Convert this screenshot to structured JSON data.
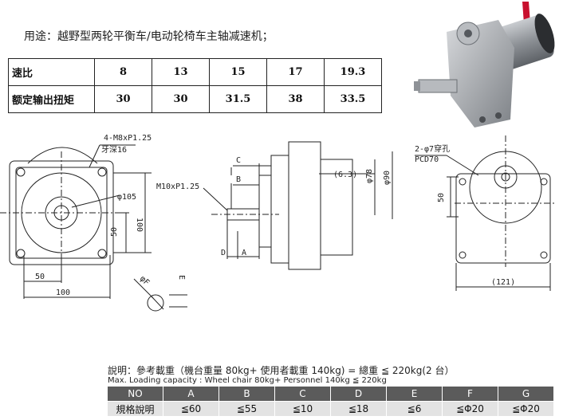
{
  "usage_text": "用途：越野型两轮平衡车/电动轮椅车主轴减速机；",
  "ratio_table": {
    "row1_label": "速比",
    "row1_values": [
      "8",
      "13",
      "15",
      "17",
      "19.3"
    ],
    "row2_label": "额定输出扭矩",
    "row2_values": [
      "30",
      "30",
      "31.5",
      "38",
      "33.5"
    ]
  },
  "drawing_labels": {
    "thread_top": "4-M8xP1.25",
    "depth": "牙深16",
    "dia105": "φ105",
    "dim100_side": "100",
    "dim50_side": "50",
    "dim50_bottom": "50",
    "dim100_bottom": "100",
    "label_C": "C",
    "label_B": "B",
    "thread_shaft": "M10xP1.25",
    "label_D": "D",
    "label_A": "A",
    "dim63": "(6.3)",
    "dia78": "φ78",
    "dia90": "φ90",
    "label_F": "φF",
    "label_E": "E",
    "holes": "2-φ7穿孔",
    "pcd": "PCD70",
    "dim50_right": "50",
    "dim121": "(121)"
  },
  "notes": {
    "line1": "說明：參考載重（機台重量 80kg+ 使用者載重 140kg) = 總重 ≦ 220kg(2 台）",
    "line2": "Max. Loading capacity : Wheel chair 80kg+ Personnel 140kg ≦ 220kg"
  },
  "spec_table": {
    "headers": [
      "NO",
      "A",
      "B",
      "C",
      "D",
      "E",
      "F",
      "G"
    ],
    "values": [
      "規格說明",
      "≦60",
      "≦55",
      "≦10",
      "≦18",
      "≦6",
      "≦Φ20",
      "≦Φ20"
    ]
  },
  "colors": {
    "spec_header_bg": "#5b5b5b",
    "spec_row_bg": "#e3e3e3",
    "line": "#222222",
    "motor_body": "#9a9ea3",
    "wire_red": "#c8102e"
  }
}
